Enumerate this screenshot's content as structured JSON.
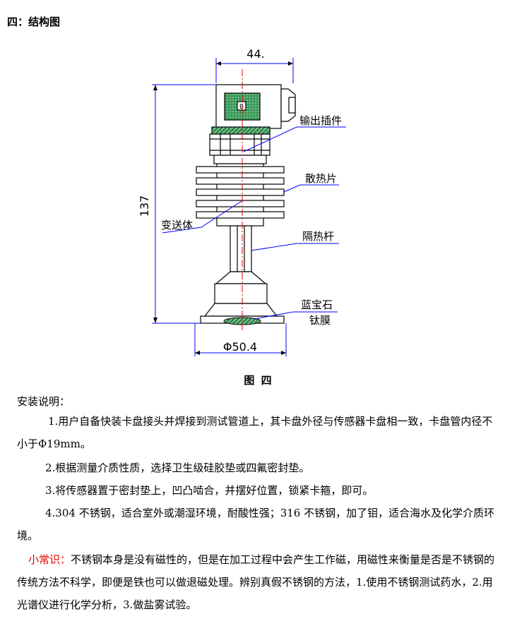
{
  "section_heading": "四：结构图",
  "figure": {
    "dim_top": "44.",
    "dim_height": "137",
    "dim_bottom": "Φ50.4",
    "label_output": "输出插件",
    "label_heatsink": "散热片",
    "label_transmitter": "变送体",
    "label_isolation": "隔热杆",
    "label_sapphire": "蓝宝石",
    "label_titanium": "钛膜",
    "connector_mark": "B"
  },
  "figure_caption": "图 四",
  "install": {
    "title": "安装说明：",
    "item1": "1.用户自备快装卡盘接头并焊接到测试管道上，其卡盘外径与传感器卡盘相一致，卡盘管内径不小于Φ19mm。",
    "item2": "2.根据测量介质性质，选择卫生级硅胶垫或四氟密封垫。",
    "item3": "3.将传感器置于密封垫上，凹凸啮合，并摆好位置，锁紧卡箍，即可。",
    "item4": "4.304 不锈钢，适合室外或潮湿环境，耐酸性强；316 不锈钢，加了钼，适合海水及化学介质环境。"
  },
  "tip": {
    "label": "小常识：",
    "text": "不锈钢本身是没有磁性的，但是在加工过程中会产生工作磁，用磁性来衡量是否是不锈钢的传统方法不科学，即便是铁也可以做退磁处理。辨别真假不锈钢的方法，1.使用不锈钢测试药水，2.用光谱仪进行化学分析，3.做盐雾试验。"
  },
  "colors": {
    "tip_label": "#e00000",
    "centerline": "#e00000",
    "dimension": "#0000ff",
    "connector_fill": "#3a9a5a"
  }
}
